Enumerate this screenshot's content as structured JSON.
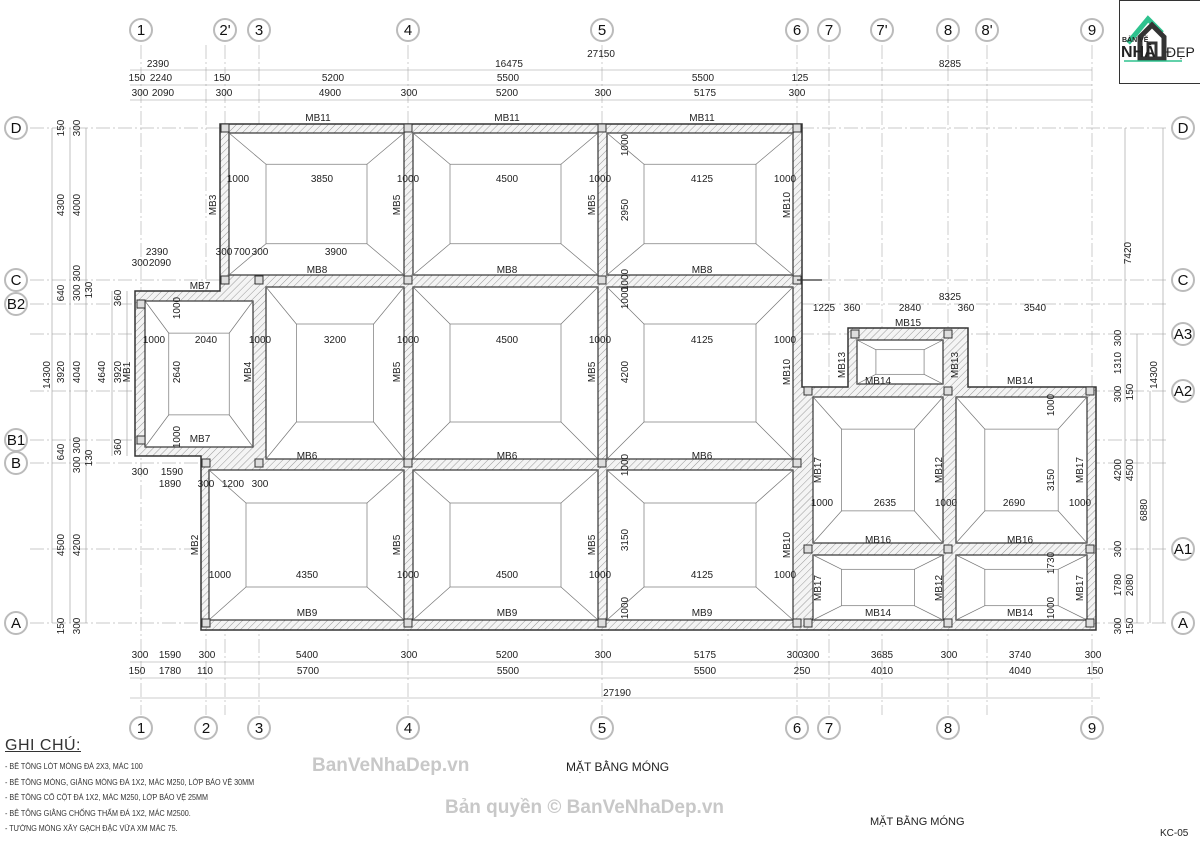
{
  "grid": {
    "top": [
      "1",
      "2'",
      "3",
      "4",
      "5",
      "6",
      "7",
      "7'",
      "8",
      "8'",
      "9"
    ],
    "bottom": [
      "1",
      "2",
      "3",
      "4",
      "5",
      "6",
      "7",
      "8",
      "9"
    ],
    "left": [
      "D",
      "C",
      "B2",
      "B1",
      "B",
      "A"
    ],
    "right": [
      "D",
      "C",
      "A3",
      "A2",
      "A1",
      "A"
    ]
  },
  "dims": {
    "top": [
      "27150",
      "2390",
      "16475",
      "8285",
      "150",
      "2240",
      "150",
      "5200",
      "5500",
      "5500",
      "125",
      "300",
      "2090",
      "300",
      "4900",
      "300",
      "5200",
      "300",
      "5175",
      "300"
    ],
    "bottom": [
      "300",
      "1590",
      "300",
      "5400",
      "300",
      "5200",
      "300",
      "5175",
      "300",
      "300",
      "3685",
      "300",
      "3740",
      "300",
      "150",
      "1780",
      "110",
      "5700",
      "5500",
      "5500",
      "250",
      "4010",
      "4040",
      "150",
      "27190"
    ],
    "left": [
      "14300",
      "150",
      "300",
      "4300",
      "4000",
      "640",
      "300 300",
      "130",
      "360",
      "3920",
      "4040",
      "4640",
      "3920",
      "360",
      "640",
      "300 300",
      "130",
      "4500",
      "4200",
      "150",
      "300"
    ],
    "right": [
      "7420",
      "14300",
      "300",
      "1310",
      "150",
      "300",
      "4200",
      "4500",
      "6880",
      "300",
      "1780",
      "2080",
      "300",
      "150"
    ],
    "inner": [
      "1000",
      "3850",
      "1000",
      "4500",
      "1000",
      "4125",
      "1000",
      "1000",
      "2950",
      "1000",
      "1000",
      "2040",
      "1000",
      "3200",
      "1000",
      "4500",
      "1000",
      "4125",
      "1000",
      "1000",
      "2640",
      "1000",
      "1000",
      "4200",
      "1000",
      "1000",
      "4350",
      "1000",
      "4500",
      "1000",
      "4125",
      "1000",
      "3150",
      "1000",
      "1000",
      "2635",
      "1000",
      "2690",
      "1000",
      "1000",
      "3150",
      "1730",
      "1000",
      "8325",
      "1225",
      "360",
      "2840",
      "360",
      "3540",
      "2390",
      "300",
      "700",
      "300",
      "3900",
      "300",
      "2090",
      "300",
      "1590",
      "1890",
      "300",
      "1200",
      "300"
    ]
  },
  "beams": [
    "MB11",
    "MB11",
    "MB11",
    "MB3",
    "MB5",
    "MB5",
    "MB10",
    "MB8",
    "MB8",
    "MB8",
    "MB7",
    "MB7",
    "MB1",
    "MB4",
    "MB5",
    "MB5",
    "MB10",
    "MB6",
    "MB6",
    "MB6",
    "MB2",
    "MB5",
    "MB5",
    "MB10",
    "MB9",
    "MB9",
    "MB9",
    "MB15",
    "MB13",
    "MB13",
    "MB14",
    "MB14",
    "MB17",
    "MB12",
    "MB17",
    "MB16",
    "MB16",
    "MB17",
    "MB12",
    "MB17",
    "MB14",
    "MB14"
  ],
  "notes": {
    "title": "GHI CHÚ:",
    "lines": [
      "- BÊ TÔNG LÓT MÓNG ĐÁ 2X3, MÁC 100",
      "- BÊ TÔNG MÓNG, GIẰNG MÓNG ĐÁ 1X2, MÁC M250, LỚP BẢO VỆ 30MM",
      "- BÊ TÔNG CỔ CỘT ĐÁ 1X2, MÁC M250, LỚP BẢO VỆ 25MM",
      "- BÊ TÔNG GIẰNG CHỐNG THẤM ĐÁ 1X2, MÁC M2500.",
      "- TƯỜNG MÓNG XÂY GẠCH ĐẶC VỮA XM MÁC 75."
    ]
  },
  "drawing_title": "MẶT BẰNG MÓNG",
  "sheet_title": "MẶT BẰNG MÓNG",
  "sheet_number": "KC-05",
  "watermarks": [
    "BanVeNhaDep.vn",
    "Bản quyền © BanVeNhaDep.vn"
  ],
  "logo": {
    "line1": "BẢN VẼ",
    "line2": "NHÀ",
    "line3": "ĐẸP",
    "accent": "#2ec28e"
  },
  "colors": {
    "line": "#333333",
    "hatch": "#9a9a9a",
    "grid": "#b0b0b0"
  }
}
